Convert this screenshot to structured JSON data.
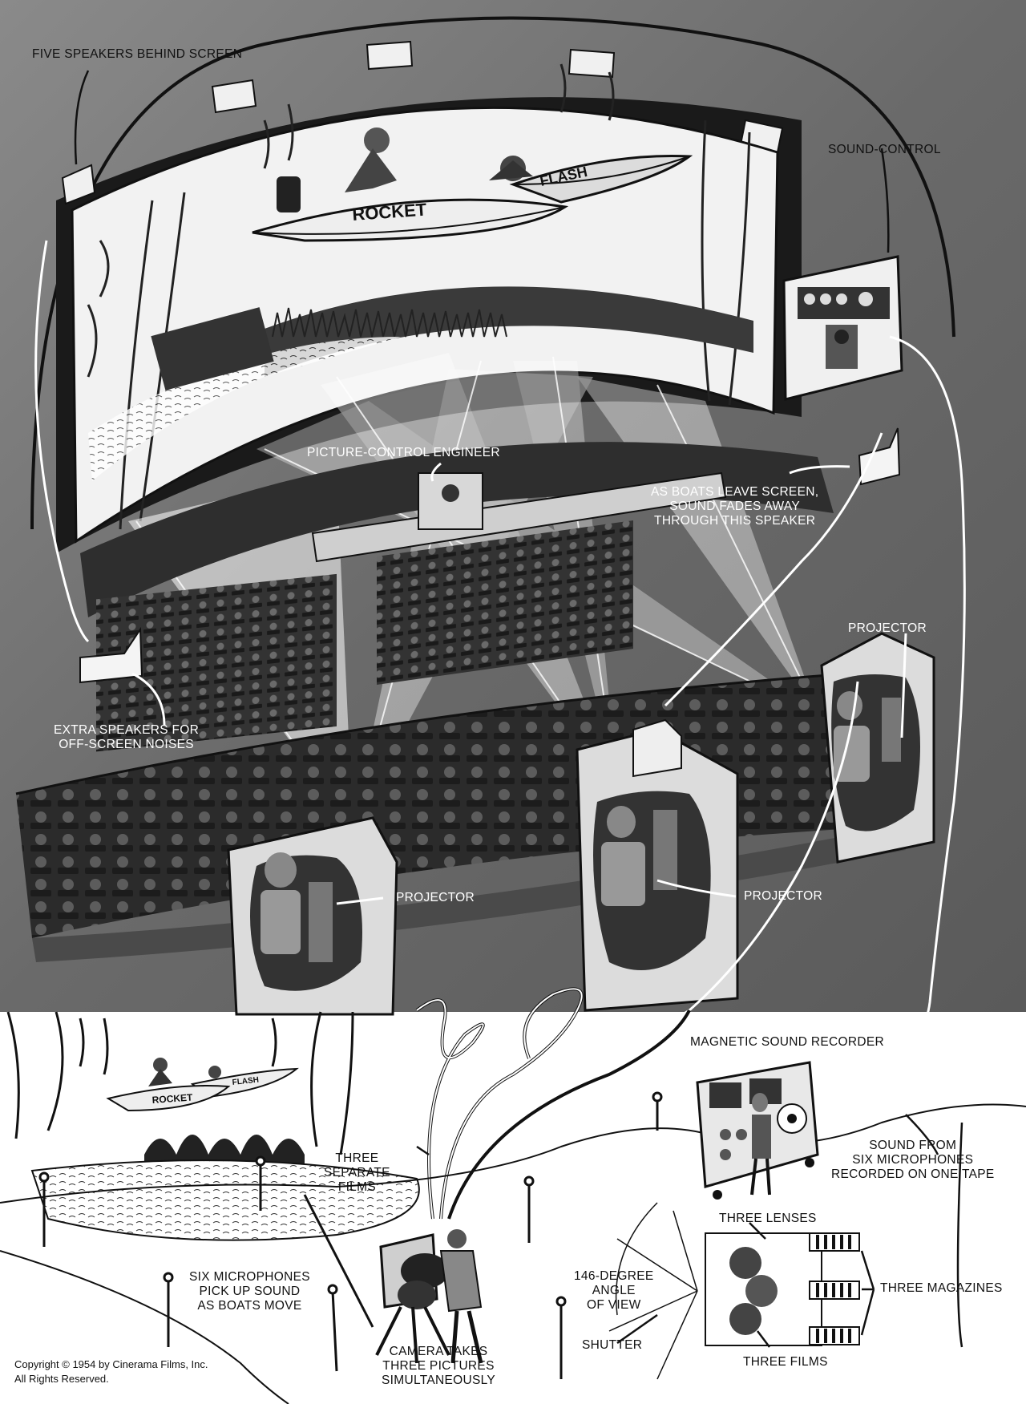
{
  "labels": {
    "five_speakers": "FIVE SPEAKERS BEHIND SCREEN",
    "sound_control": "SOUND-CONTROL",
    "picture_control": "PICTURE-CONTROL ENGINEER",
    "boats_leave": [
      "AS BOATS LEAVE SCREEN,",
      "SOUND FADES AWAY",
      "THROUGH THIS SPEAKER"
    ],
    "projector": "PROJECTOR",
    "extra_speakers": [
      "EXTRA SPEAKERS FOR",
      "OFF-SCREEN NOISES"
    ],
    "magnetic_recorder": "MAGNETIC SOUND RECORDER",
    "three_separate_films": [
      "THREE",
      "SEPARATE",
      "FILMS"
    ],
    "sound_from_mics": [
      "SOUND FROM",
      "SIX MICROPHONES",
      "RECORDED ON ONE TAPE"
    ],
    "three_lenses": "THREE LENSES",
    "three_magazines": "THREE MAGAZINES",
    "angle_of_view": [
      "146-DEGREE",
      "ANGLE",
      "OF VIEW"
    ],
    "six_microphones": [
      "SIX MICROPHONES",
      "PICK UP SOUND",
      "AS BOATS MOVE"
    ],
    "shutter": "SHUTTER",
    "camera_takes": [
      "CAMERA TAKES",
      "THREE PICTURES",
      "SIMULTANEOUSLY"
    ],
    "three_films": "THREE FILMS"
  },
  "boats": {
    "rocket": "ROCKET",
    "flash": "FLASH"
  },
  "copyright": [
    "Copyright © 1954 by Cinerama Films, Inc.",
    "All Rights Reserved."
  ],
  "colors": {
    "theater_bg": "#6f6f6f",
    "screen": "#f2f2f2",
    "ink": "#111111",
    "beam": "#ffffff",
    "paper": "#ffffff"
  }
}
